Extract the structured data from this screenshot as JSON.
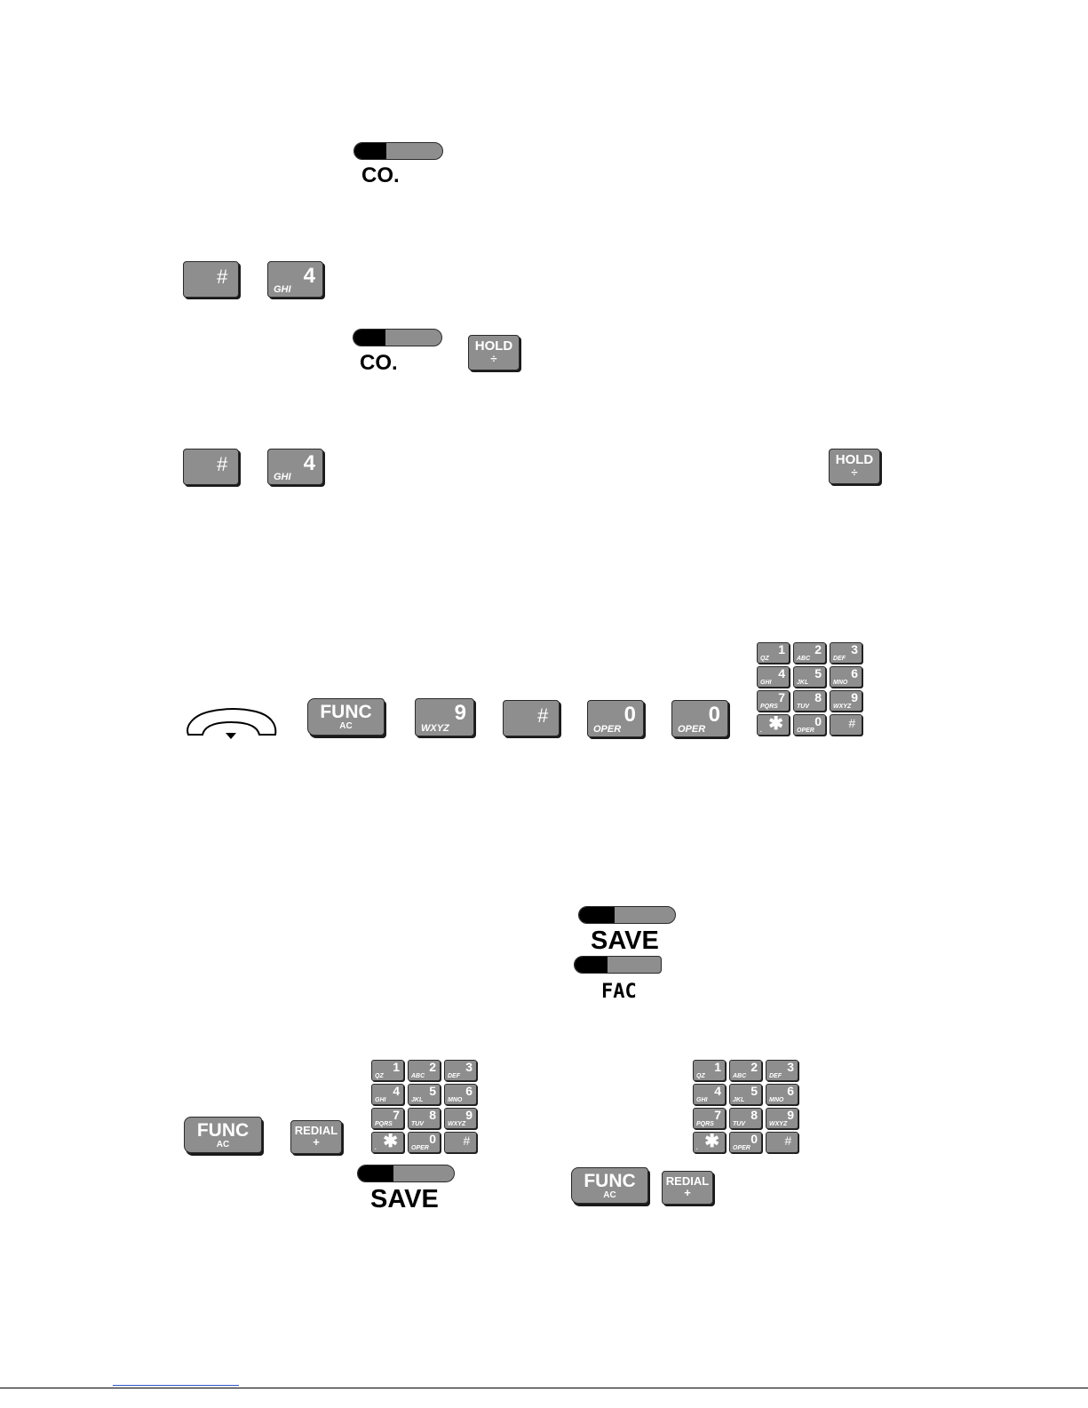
{
  "labels": {
    "co": "CO.",
    "save": "SAVE",
    "fac": "FAC"
  },
  "keys": {
    "hash": "#",
    "four": "4",
    "ghi": "GHI",
    "nine": "9",
    "wxyz": "WXYZ",
    "zero": "0",
    "oper": "OPER",
    "hold": "HOLD",
    "hold_sub": "÷",
    "func": "FUNC",
    "func_sub": "AC",
    "redial": "REDIAL",
    "redial_sub": "+"
  },
  "keypad": [
    {
      "digit": "1",
      "letters": "QZ"
    },
    {
      "digit": "2",
      "letters": "ABC"
    },
    {
      "digit": "3",
      "letters": "DEF"
    },
    {
      "digit": "4",
      "letters": "GHI"
    },
    {
      "digit": "5",
      "letters": "JKL"
    },
    {
      "digit": "6",
      "letters": "MNO"
    },
    {
      "digit": "7",
      "letters": "PQRS"
    },
    {
      "digit": "8",
      "letters": "TUV"
    },
    {
      "digit": "9",
      "letters": "WXYZ"
    },
    {
      "digit": "✱",
      "letters": "."
    },
    {
      "digit": "0",
      "letters": "OPER"
    },
    {
      "digit": "#",
      "letters": ""
    }
  ],
  "icons": {
    "handset": "handset-icon"
  }
}
